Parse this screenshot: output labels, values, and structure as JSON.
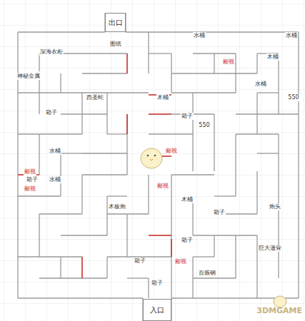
{
  "diagram": {
    "nodes": [
      {
        "text": [
          "出口"
        ]
      },
      {
        "text": [
          "入口"
        ]
      }
    ],
    "labels": [
      "图纸",
      "水桶",
      "水桶",
      "木桶",
      "深海衣柜",
      "鄙视",
      "神秘金属",
      "水桶",
      "西圣蛇",
      "木桶",
      "550",
      "箱子",
      "箱子",
      "550",
      "水桶",
      "鄙视",
      "鄙视",
      "箱子",
      "水桶",
      "鄙视",
      "鄙视",
      "木桶",
      "木板炮",
      "炮头",
      "箱子",
      "箱子",
      "巨大遗骨",
      "箱子",
      "鄙视",
      "百炼钢",
      "箱子",
      "3DMGAME"
    ]
  }
}
